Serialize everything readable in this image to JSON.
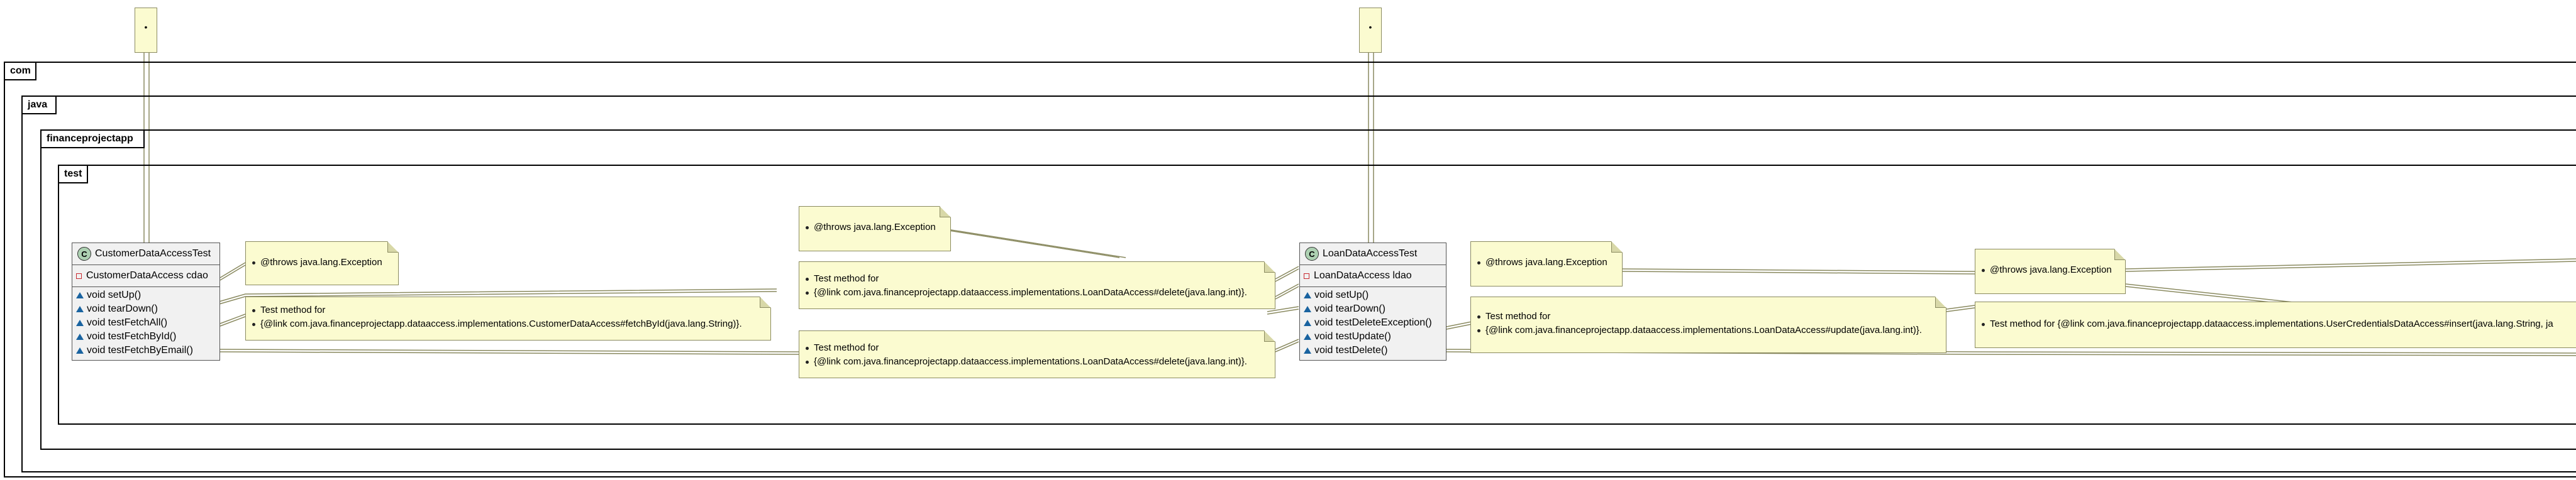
{
  "packages": {
    "com": "com",
    "java": "java",
    "financeprojectapp": "financeprojectapp",
    "test": "test"
  },
  "top_notes": [
    "•",
    "•"
  ],
  "classes": {
    "customer": {
      "badge": "C",
      "name": "CustomerDataAccessTest",
      "field": "CustomerDataAccess cdao",
      "methods": [
        "void setUp()",
        "void tearDown()",
        "void testFetchAll()",
        "void testFetchById()",
        "void testFetchByEmail()"
      ]
    },
    "loan": {
      "badge": "C",
      "name": "LoanDataAccessTest",
      "field": "LoanDataAccess ldao",
      "methods": [
        "void setUp()",
        "void tearDown()",
        "void testDeleteException()",
        "void testUpdate()",
        "void testDelete()"
      ]
    }
  },
  "notes": {
    "customer_throws": [
      "@throws java.lang.Exception"
    ],
    "customer_fetchbyid": [
      "Test method for",
      "{@link com.java.financeprojectapp.dataaccess.implementations.CustomerDataAccess#fetchById(java.lang.String)}."
    ],
    "mid_throws": [
      "@throws java.lang.Exception"
    ],
    "mid_delete_1": [
      "Test method for",
      "{@link com.java.financeprojectapp.dataaccess.implementations.LoanDataAccess#delete(java.lang.int)}."
    ],
    "mid_delete_2": [
      "Test method for",
      "{@link com.java.financeprojectapp.dataaccess.implementations.LoanDataAccess#delete(java.lang.int)}."
    ],
    "loan_throws": [
      "@throws java.lang.Exception"
    ],
    "loan_update": [
      "Test method for",
      "{@link com.java.financeprojectapp.dataaccess.implementations.LoanDataAccess#update(java.lang.int)}."
    ],
    "right_throws": [
      "@throws java.lang.Exception"
    ],
    "right_insert": [
      "Test method for {@link com.java.financeprojectapp.dataaccess.implementations.UserCredentialsDataAccess#insert(java.lang.String, ja"
    ]
  }
}
